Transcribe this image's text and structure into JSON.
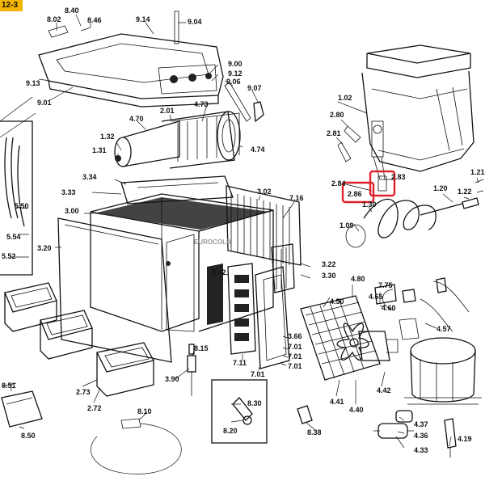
{
  "page_tag": "12-3",
  "watermark": "EUROCOLD",
  "highlight_color": "#e0202a",
  "tag_color": "#f4b400",
  "labels": {
    "l_8_02": "8.02",
    "l_8_40": "8.40",
    "l_8_46": "8.46",
    "l_9_14": "9.14",
    "l_9_04": "9.04",
    "l_9_13": "9.13",
    "l_9_01": "9.01",
    "l_9_00": "9.00",
    "l_9_12": "9.12",
    "l_9_06": "9.06",
    "l_9_07": "9.07",
    "l_4_73": "4.73",
    "l_2_01": "2.01",
    "l_4_70": "4.70",
    "l_1_32": "1.32",
    "l_1_31": "1.31",
    "l_4_74": "4.74",
    "l_1_02": "1.02",
    "l_2_80": "2.80",
    "l_2_81": "2.81",
    "l_2_84": "2.84",
    "l_2_86": "2.86",
    "l_2_83": "2.83",
    "l_1_21": "1.21",
    "l_1_20": "1.20",
    "l_1_22": "1.22",
    "l_1_30": "1.30",
    "l_1_09": "1.09",
    "l_3_34": "3.34",
    "l_3_33": "3.33",
    "l_3_02": "3.02",
    "l_7_16": "7.16",
    "l_3_00": "3.00",
    "l_5_50": "5.50",
    "l_5_54": "5.54",
    "l_5_52": "5.52",
    "l_3_20": "3.20",
    "l_3_22": "3.22",
    "l_3_30": "3.30",
    "l_3_42": "3.42",
    "l_4_80": "4.80",
    "l_7_75": "7.75",
    "l_4_65": "4.65",
    "l_4_50": "4.50",
    "l_4_60": "4.60",
    "l_4_57": "4.57",
    "l_3_66": "3.66",
    "l_7_01a": "7.01",
    "l_7_01b": "7.01",
    "l_7_01c": "7.01",
    "l_7_01d": "7.01",
    "l_7_11": "7.11",
    "l_8_15": "8.15",
    "l_3_90": "3.90",
    "l_2_73": "2.73",
    "l_2_72": "2.72",
    "l_8_51": "8.51",
    "l_8_50": "8.50",
    "l_8_10": "8.10",
    "l_8_30": "8.30",
    "l_8_20": "8.20",
    "l_8_38": "8.38",
    "l_4_41": "4.41",
    "l_4_40": "4.40",
    "l_4_42": "4.42",
    "l_4_37": "4.37",
    "l_4_36": "4.36",
    "l_4_33": "4.33",
    "l_4_19": "4.19"
  }
}
